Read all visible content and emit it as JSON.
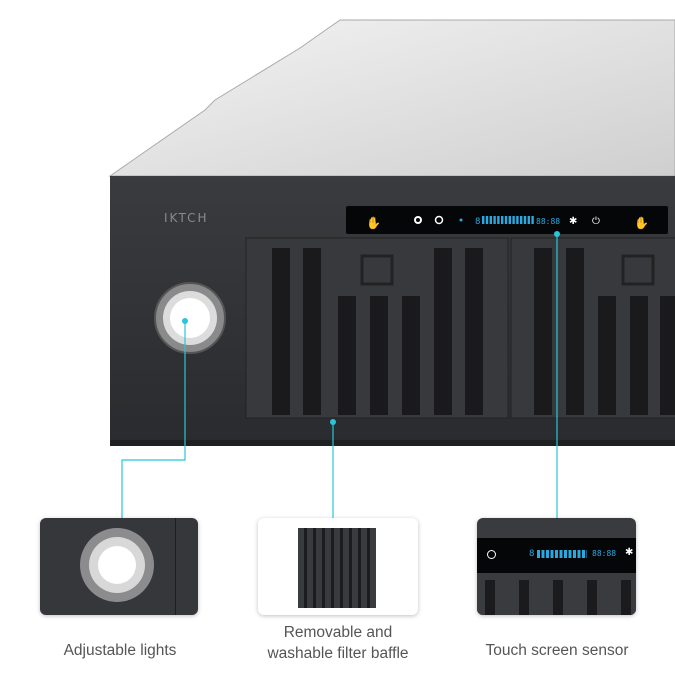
{
  "product": {
    "brand_logo": "IKTCH",
    "display": {
      "level_digit": "8",
      "time": "88:88",
      "bar_segments": 14
    },
    "icons": [
      "light-plus-icon",
      "lamp-icon",
      "timer-icon",
      "dot-icon",
      "fan-icon",
      "power-icon",
      "light-minus-icon"
    ]
  },
  "features": [
    {
      "label": "Adjustable lights"
    },
    {
      "label_line1": "Removable and",
      "label_line2": "washable filter baffle"
    },
    {
      "label": "Touch screen sensor"
    }
  ],
  "colors": {
    "accent": "#27c6d9",
    "panel": "#2f3033",
    "display_blue": "#2aa8e0",
    "steel": "#dcdcdc"
  }
}
